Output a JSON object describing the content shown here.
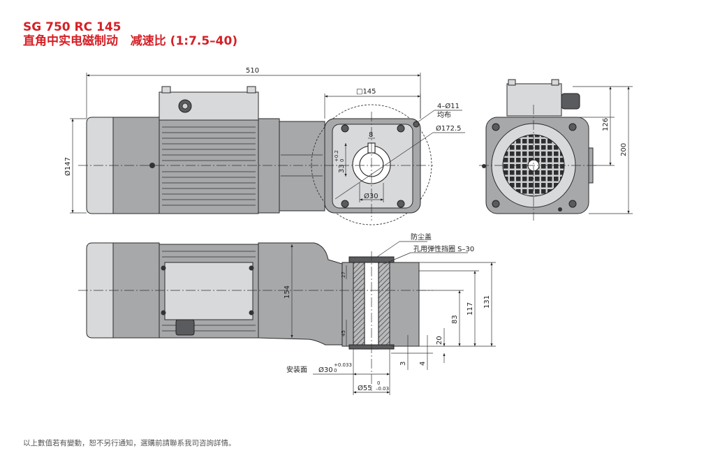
{
  "header": {
    "title_line1": "SG 750 RC 145",
    "title_line2": "直角中实电磁制动   减速比 (1:7.5–40)"
  },
  "dimensions": {
    "overall_length": "510",
    "flange_square": "□145",
    "bolt_holes": "4–Ø11",
    "bolt_holes_note": "均布",
    "pcd": "Ø172.5",
    "key_width": "8",
    "key_height": "33",
    "key_tol_upper": "+0.2",
    "key_tol_lower": "0",
    "bore": "Ø30",
    "motor_dia": "Ø147",
    "height_126": "126",
    "height_200": "200",
    "dust_cover": "防尘盖",
    "circlip": "孔用弹性挡圈 S–30",
    "height_154": "154",
    "dim_27": "27",
    "dim_45": "45",
    "dim_131": "131",
    "dim_117": "117",
    "dim_83": "83",
    "dim_20": "20",
    "dim_3": "3",
    "dim_4": "4",
    "mount_face": "安装面",
    "shaft_dia": "Ø30",
    "shaft_tol_upper": "+0.033",
    "shaft_tol_lower": "0",
    "pilot_dia": "Ø55",
    "pilot_tol_upper": "0",
    "pilot_tol_lower": "–0.03"
  },
  "footer": {
    "note": "以上數值若有變動，恕不另行通知，選購前請聯系我司咨詢詳情。"
  }
}
